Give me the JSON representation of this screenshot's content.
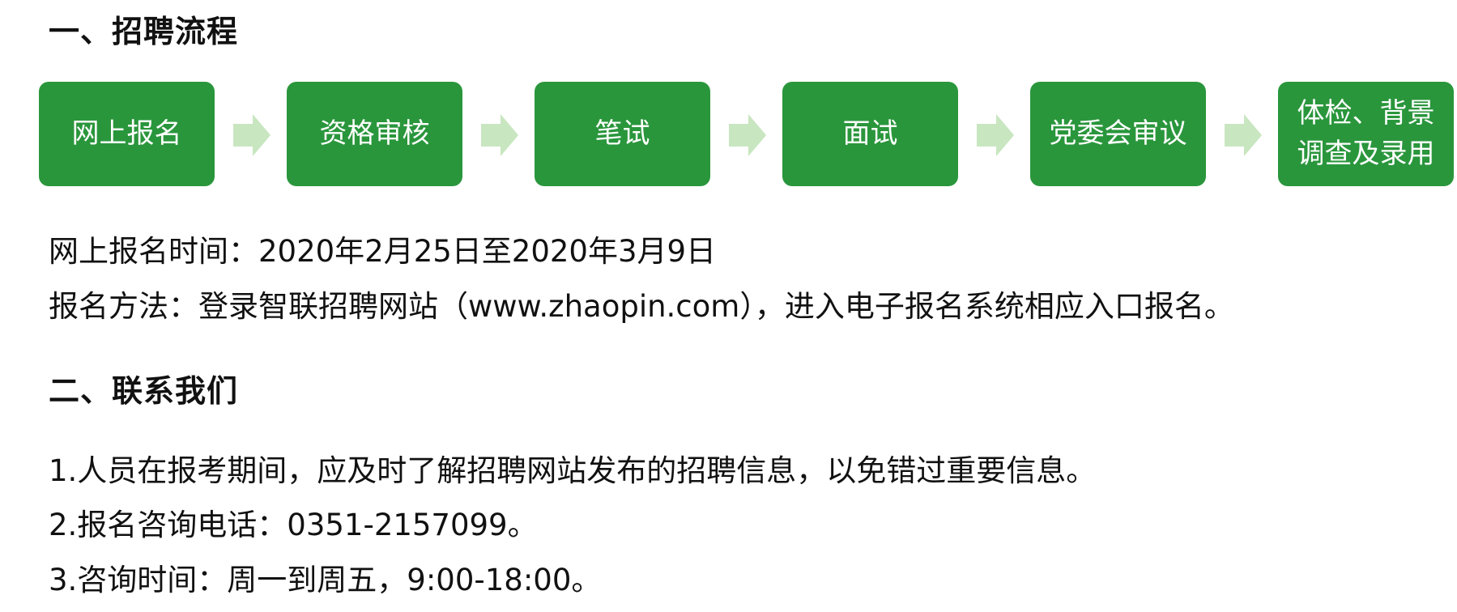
{
  "sections": {
    "process_title": "一、招聘流程",
    "contact_title": "二、联系我们"
  },
  "flow": {
    "steps": [
      {
        "label": "网上报名"
      },
      {
        "label": "资格审核"
      },
      {
        "label": "笔试"
      },
      {
        "label": "面试"
      },
      {
        "label": "党委会审议"
      },
      {
        "line1": "体检、背景",
        "line2": "调查及录用"
      }
    ],
    "box_color": "#2a963c",
    "arrow_color": "#c8e6c0",
    "arrow_icon": "right-arrow-icon"
  },
  "registration": {
    "time": "网上报名时间：2020年2月25日至2020年3月9日",
    "method": "报名方法：登录智联招聘网站（www.zhaopin.com），进入电子报名系统相应入口报名。"
  },
  "contact": {
    "items": [
      "1.人员在报考期间，应及时了解招聘网站发布的招聘信息，以免错过重要信息。",
      "2.报名咨询电话：0351-2157099。",
      "3.咨询时间：周一到周五，9:00-18:00。"
    ]
  }
}
